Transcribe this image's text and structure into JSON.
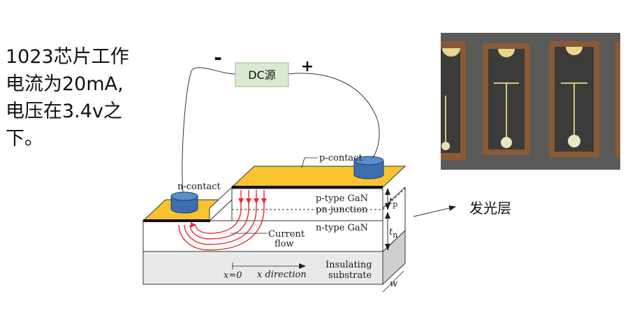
{
  "caption": {
    "lines": [
      "1023芯片工作",
      "电流为20mA,",
      "电压在3.4v之",
      "下。"
    ]
  },
  "source": {
    "label": "DC源",
    "minus": "-",
    "plus": "+",
    "box_color": "#d9ead3"
  },
  "diagram": {
    "p_contact": "p-contact",
    "n_contact": "n-contact",
    "p_type": "p-type GaN",
    "pn_junction": "pn junction",
    "n_type": "n-type GaN",
    "current_flow_1": "Current",
    "current_flow_2": "flow",
    "x0": "x=0",
    "x_direction": "x direction",
    "insulating": "Insulating",
    "substrate": "substrate",
    "tp": "t",
    "tp_sub": "p",
    "tn": "t",
    "tn_sub": "n",
    "w": "w"
  },
  "annotation": {
    "layer_label": "发光层"
  },
  "colors": {
    "contact_gold": "#f9c32f",
    "electrode_blue": "#3f6eb0",
    "current_red": "#e8282a"
  }
}
